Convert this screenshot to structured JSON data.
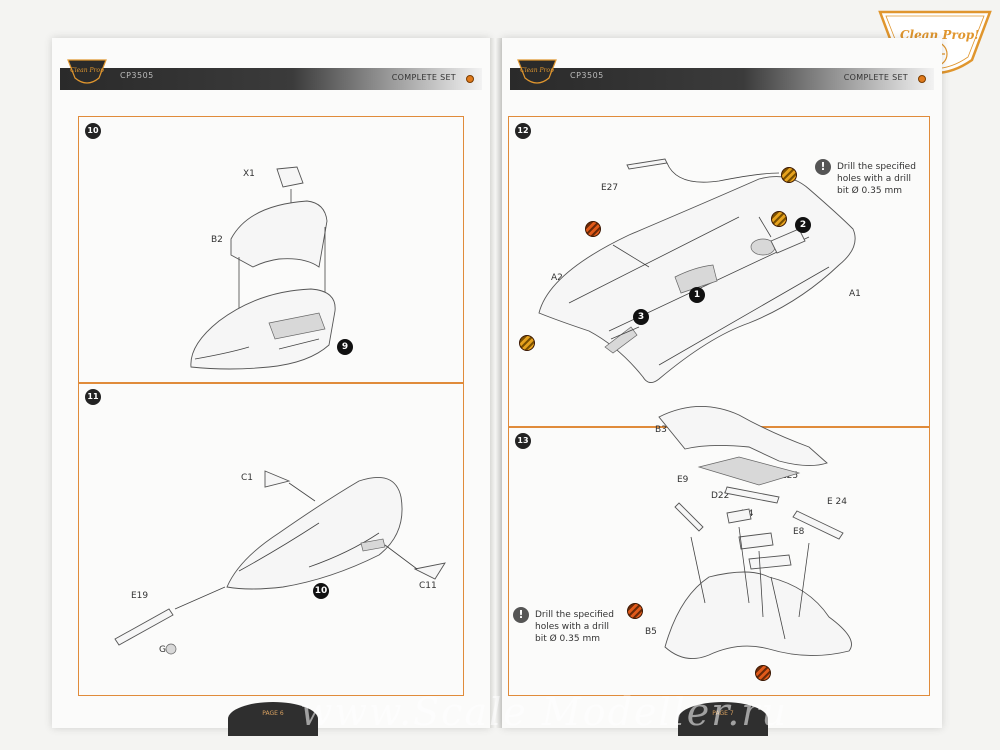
{
  "corner_logo": {
    "text": "Clean Prop!"
  },
  "left_page": {
    "header": {
      "code": "CP3505",
      "title": "COMPLETE SET"
    },
    "footer": {
      "page": "PAGE 6"
    },
    "step10": {
      "number": "10",
      "labels": {
        "x1": "X1",
        "b2": "B2"
      },
      "callout": "9"
    },
    "step11": {
      "number": "11",
      "labels": {
        "c1": "C1",
        "c11": "C11",
        "e19": "E19",
        "g": "G"
      },
      "callout": "10"
    }
  },
  "right_page": {
    "header": {
      "code": "CP3505",
      "title": "COMPLETE SET"
    },
    "footer": {
      "page": "PAGE 7"
    },
    "step12": {
      "number": "12",
      "labels": {
        "e27": "E27",
        "a2": "A2",
        "a1": "A1"
      },
      "callouts": [
        "1",
        "2",
        "3"
      ],
      "note": "Drill the specified\nholes with a drill\nbit Ø 0.35 mm"
    },
    "step13": {
      "number": "13",
      "labels": {
        "b3": "B3",
        "e9": "E9",
        "d22": "D22",
        "e25": "E25",
        "e24": "E 24",
        "h4": "H4",
        "e8": "E8",
        "b5": "B5"
      },
      "note": "Drill the specified\nholes with a drill\nbit Ø 0.35 mm"
    }
  },
  "colors": {
    "accent": "#e08b3a",
    "drill_orange": "#e15a1a",
    "drill_yellow": "#e6a21e",
    "header_dark": "#2a2a2a"
  },
  "watermark": {
    "text": "www.Scale Modeller.ru"
  }
}
